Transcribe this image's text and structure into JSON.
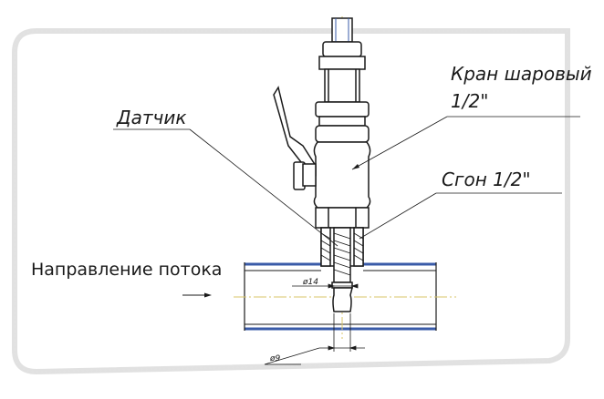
{
  "drawing": {
    "labels": {
      "sensor": "Датчик",
      "ball_valve_line1": "Кран шаровый",
      "ball_valve_line2": "1/2\"",
      "nipple": "Сгон 1/2\"",
      "flow_direction": "Направление потока",
      "dim_large": "ø14",
      "dim_small": "ø9"
    },
    "colors": {
      "line": "#1a1a1a",
      "pipe_blue": "#3a5ba8",
      "centerline_yellow": "#d9c66a",
      "frame_shadow": "#bdbdbd"
    }
  }
}
